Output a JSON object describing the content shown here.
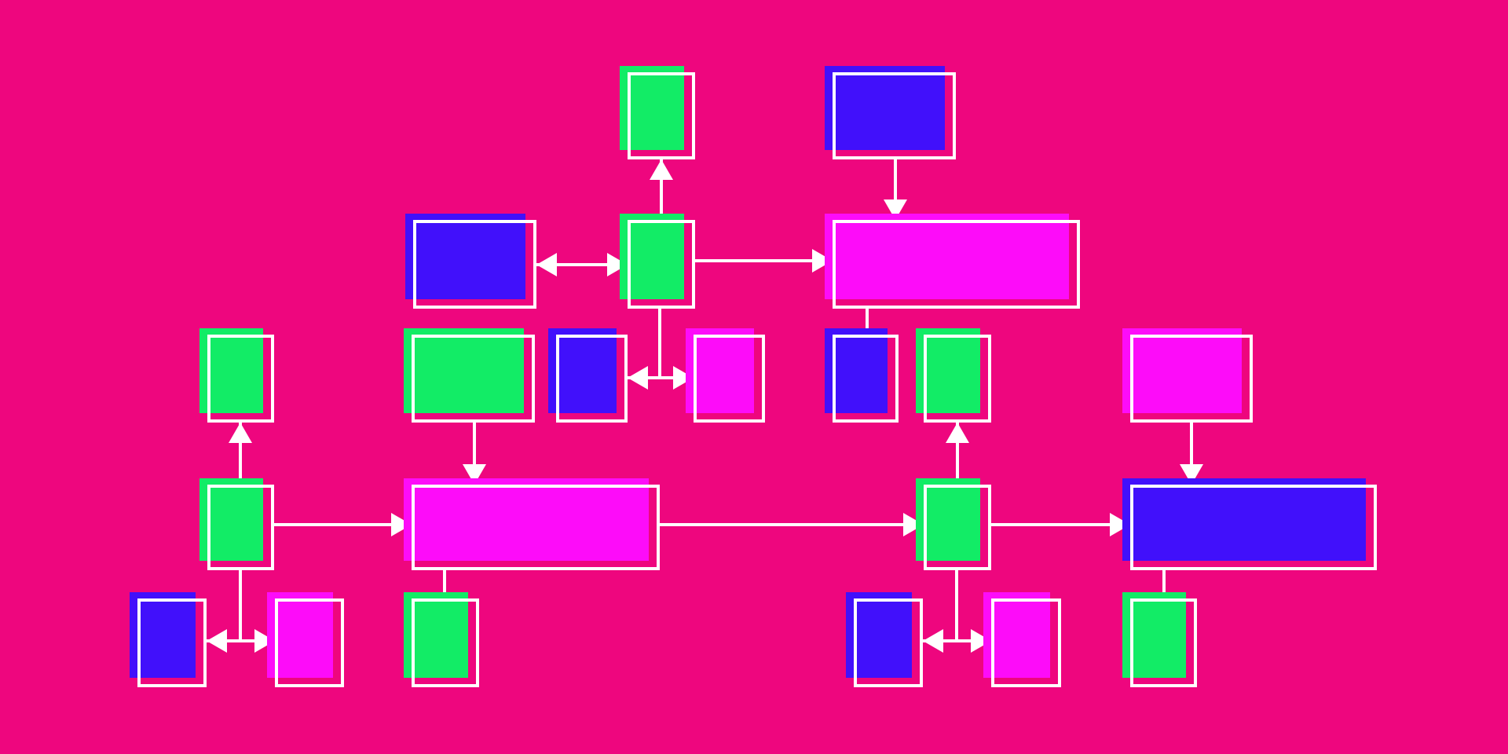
{
  "colors": {
    "background": "#ee067e",
    "green": "#12ec66",
    "blue": "#4110fb",
    "magenta": "#fd0cf9",
    "outline": "#ffffff"
  },
  "diagram": {
    "nodes": [
      {
        "id": "n1",
        "fill": "green"
      },
      {
        "id": "n2",
        "fill": "blue"
      },
      {
        "id": "n3",
        "fill": "blue"
      },
      {
        "id": "n4",
        "fill": "green"
      },
      {
        "id": "n5",
        "fill": "magenta"
      },
      {
        "id": "n6",
        "fill": "green"
      },
      {
        "id": "n7",
        "fill": "green"
      },
      {
        "id": "n8",
        "fill": "blue"
      },
      {
        "id": "n9",
        "fill": "magenta"
      },
      {
        "id": "n10",
        "fill": "blue"
      },
      {
        "id": "n11",
        "fill": "green"
      },
      {
        "id": "n12",
        "fill": "magenta"
      },
      {
        "id": "n13",
        "fill": "green"
      },
      {
        "id": "n14",
        "fill": "magenta"
      },
      {
        "id": "n15",
        "fill": "green"
      },
      {
        "id": "n16",
        "fill": "blue"
      },
      {
        "id": "n17",
        "fill": "blue"
      },
      {
        "id": "n18",
        "fill": "magenta"
      },
      {
        "id": "n19",
        "fill": "green"
      },
      {
        "id": "n20",
        "fill": "blue"
      },
      {
        "id": "n21",
        "fill": "magenta"
      },
      {
        "id": "n22",
        "fill": "green"
      }
    ],
    "edges": [
      {
        "from": "n4",
        "to": "n1",
        "direction": "forward"
      },
      {
        "from": "n2",
        "to": "n5",
        "direction": "forward"
      },
      {
        "from": "n3",
        "to": "n4",
        "direction": "both"
      },
      {
        "from": "n4",
        "to": "n5",
        "direction": "forward"
      },
      {
        "from": "n4",
        "to": "n8",
        "direction": "forward"
      },
      {
        "from": "n4",
        "to": "n9",
        "direction": "forward"
      },
      {
        "from": "n5",
        "to": "n10",
        "direction": "none"
      },
      {
        "from": "n13",
        "to": "n6",
        "direction": "forward"
      },
      {
        "from": "n13",
        "to": "n14",
        "direction": "forward"
      },
      {
        "from": "n7",
        "to": "n14",
        "direction": "forward"
      },
      {
        "from": "n14",
        "to": "n15",
        "direction": "forward"
      },
      {
        "from": "n15",
        "to": "n11",
        "direction": "forward"
      },
      {
        "from": "n15",
        "to": "n16",
        "direction": "forward"
      },
      {
        "from": "n12",
        "to": "n16",
        "direction": "forward"
      },
      {
        "from": "n13",
        "to": "n17",
        "direction": "forward"
      },
      {
        "from": "n13",
        "to": "n18",
        "direction": "forward"
      },
      {
        "from": "n14",
        "to": "n19",
        "direction": "none"
      },
      {
        "from": "n15",
        "to": "n20",
        "direction": "forward"
      },
      {
        "from": "n15",
        "to": "n21",
        "direction": "forward"
      },
      {
        "from": "n16",
        "to": "n22",
        "direction": "none"
      }
    ]
  }
}
